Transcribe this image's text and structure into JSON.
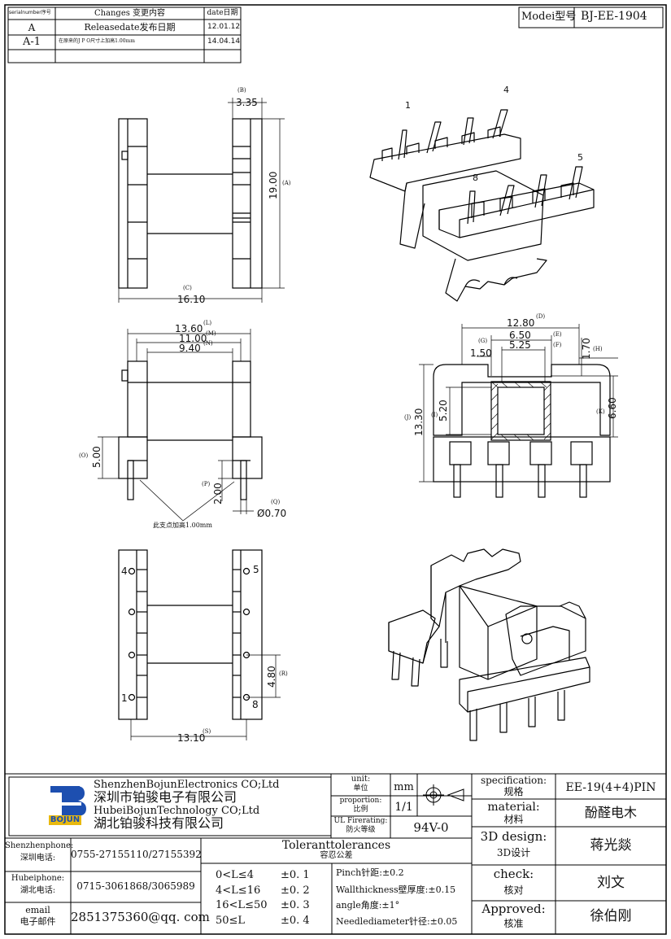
{
  "revision_table": {
    "headers": {
      "serial": "serialnumber序号",
      "changes": "Changes 变更内容",
      "date": "date日期"
    },
    "rows": [
      {
        "serial": "A",
        "change": "Releasedate发布日期",
        "date": "12.01.12"
      },
      {
        "serial": "A-1",
        "change": "在原来的J P O尺寸上加高1.00mm",
        "date": "14.04.14"
      }
    ]
  },
  "model": {
    "label": "Modei型号",
    "value": "BJ-EE-1904"
  },
  "drawing": {
    "pin_numbers_iso": [
      "1",
      "4",
      "5",
      "8"
    ],
    "top_view": {
      "dim_b": "3.35",
      "tag_b": "(B)",
      "dim_a": "19.00",
      "tag_a": "(A)",
      "dim_c": "16.10",
      "tag_c": "(C)"
    },
    "front_view": {
      "dim_l": "13.60",
      "tag_l": "(L)",
      "dim_m": "11.00",
      "tag_m": "(M)",
      "dim_n": "9.40",
      "tag_n": "(N)",
      "dim_o": "5.00",
      "tag_o": "(O)",
      "dim_p": "2.00",
      "tag_p": "(P)",
      "dim_q": "Ø0.70",
      "tag_q": "(Q)",
      "note": "此支点加高1.00mm"
    },
    "side_view": {
      "dim_d": "12.80",
      "tag_d": "(D)",
      "dim_e": "6.50",
      "tag_e": "(E)",
      "dim_f": "5.25",
      "tag_f": "(F)",
      "dim_g": "1.50",
      "tag_g": "(G)",
      "dim_h": "1.70",
      "tag_h": "(H)",
      "dim_i": "5.20",
      "tag_i": "(I)",
      "dim_j": "13.30",
      "tag_j": "(J)",
      "dim_k": "6.60",
      "tag_k": "(K)"
    },
    "bottom_view": {
      "pins": [
        "4",
        "5",
        "1",
        "8"
      ],
      "dim_r": "4.80",
      "tag_r": "(R)",
      "dim_s": "13.10",
      "tag_s": "(S)"
    }
  },
  "title_block": {
    "company_en_1": "ShenzhenBojunElectronics CO;Ltd",
    "company_cn_1": "深圳市铂骏电子有限公司",
    "company_en_2": "HubeiBojunTechnology CO;Ltd",
    "company_cn_2": "湖北铂骏科技有限公司",
    "logo_text": "BOJUN",
    "unit_label_en": "unit:",
    "unit_label_cn": "单位",
    "unit_value": "mm",
    "proportion_label_en": "proportion:",
    "proportion_label_cn": "比例",
    "proportion_value": "1/1",
    "ul_label_en": "UL Firerating:",
    "ul_label_cn": "防火等级",
    "ul_value": "94V-0",
    "spec_label_en": "specification:",
    "spec_label_cn": "规格",
    "spec_value": "EE-19(4+4)PIN",
    "material_label_en": "material:",
    "material_label_cn": "材料",
    "material_value": "酚醛电木",
    "design_label_en": "3D design:",
    "design_label_cn": "3D设计",
    "design_value": "蒋光燚",
    "check_label_en": "check:",
    "check_label_cn": "核对",
    "check_value": "刘文",
    "approved_label_en": "Approved:",
    "approved_label_cn": "核准",
    "approved_value": "徐伯刚",
    "contacts": [
      {
        "label_en": "Shenzhenphone:",
        "label_cn": "深圳电话:",
        "value": "0755-27155110/27155392"
      },
      {
        "label_en": "Hubeiphone:",
        "label_cn": "湖北电话:",
        "value": "0715-3061868/3065989"
      },
      {
        "label_en": "email",
        "label_cn": "电子邮件",
        "value": "2851375360@qq. com"
      }
    ],
    "tolerances_title_en": "Toleranttolerances",
    "tolerances_title_cn": "容忍公差",
    "tolerance_ranges": [
      {
        "range": "0<L≤4",
        "tol": "±0. 1"
      },
      {
        "range": "4<L≤16",
        "tol": "±0. 2"
      },
      {
        "range": "16<L≤50",
        "tol": "±0. 3"
      },
      {
        "range": "50≤L",
        "tol": "±0. 4"
      }
    ],
    "tolerance_notes": [
      "Pinch针距:±0.2",
      "Wallthickness壁厚度:±0.15",
      "angle角度:±1°",
      "Needlediameter针径:±0.05"
    ]
  }
}
